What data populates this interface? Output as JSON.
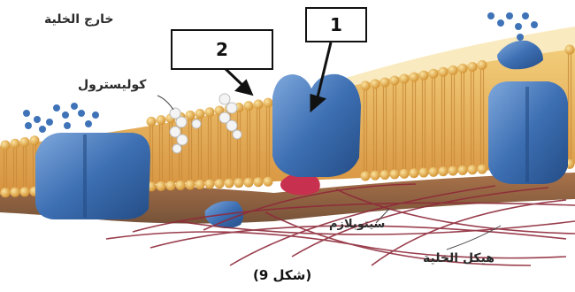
{
  "labels": {
    "outside_cell": "خارج الخلية",
    "cholesterol": "كوليسترول",
    "cytoplasm": "سيتوبلازم",
    "cytoskeleton": "هيكل الخلية",
    "caption": "(شكل 9)"
  },
  "markers": {
    "marker_1": "1",
    "marker_2": "2"
  },
  "colors": {
    "protein_blue": "#3d6fb3",
    "lipid_head": "#e0a43a",
    "cytoskeleton_fiber": "#8f2a3a",
    "carbohydrate_chain": "#3f73b8",
    "membrane_interior": "#d99a55"
  }
}
